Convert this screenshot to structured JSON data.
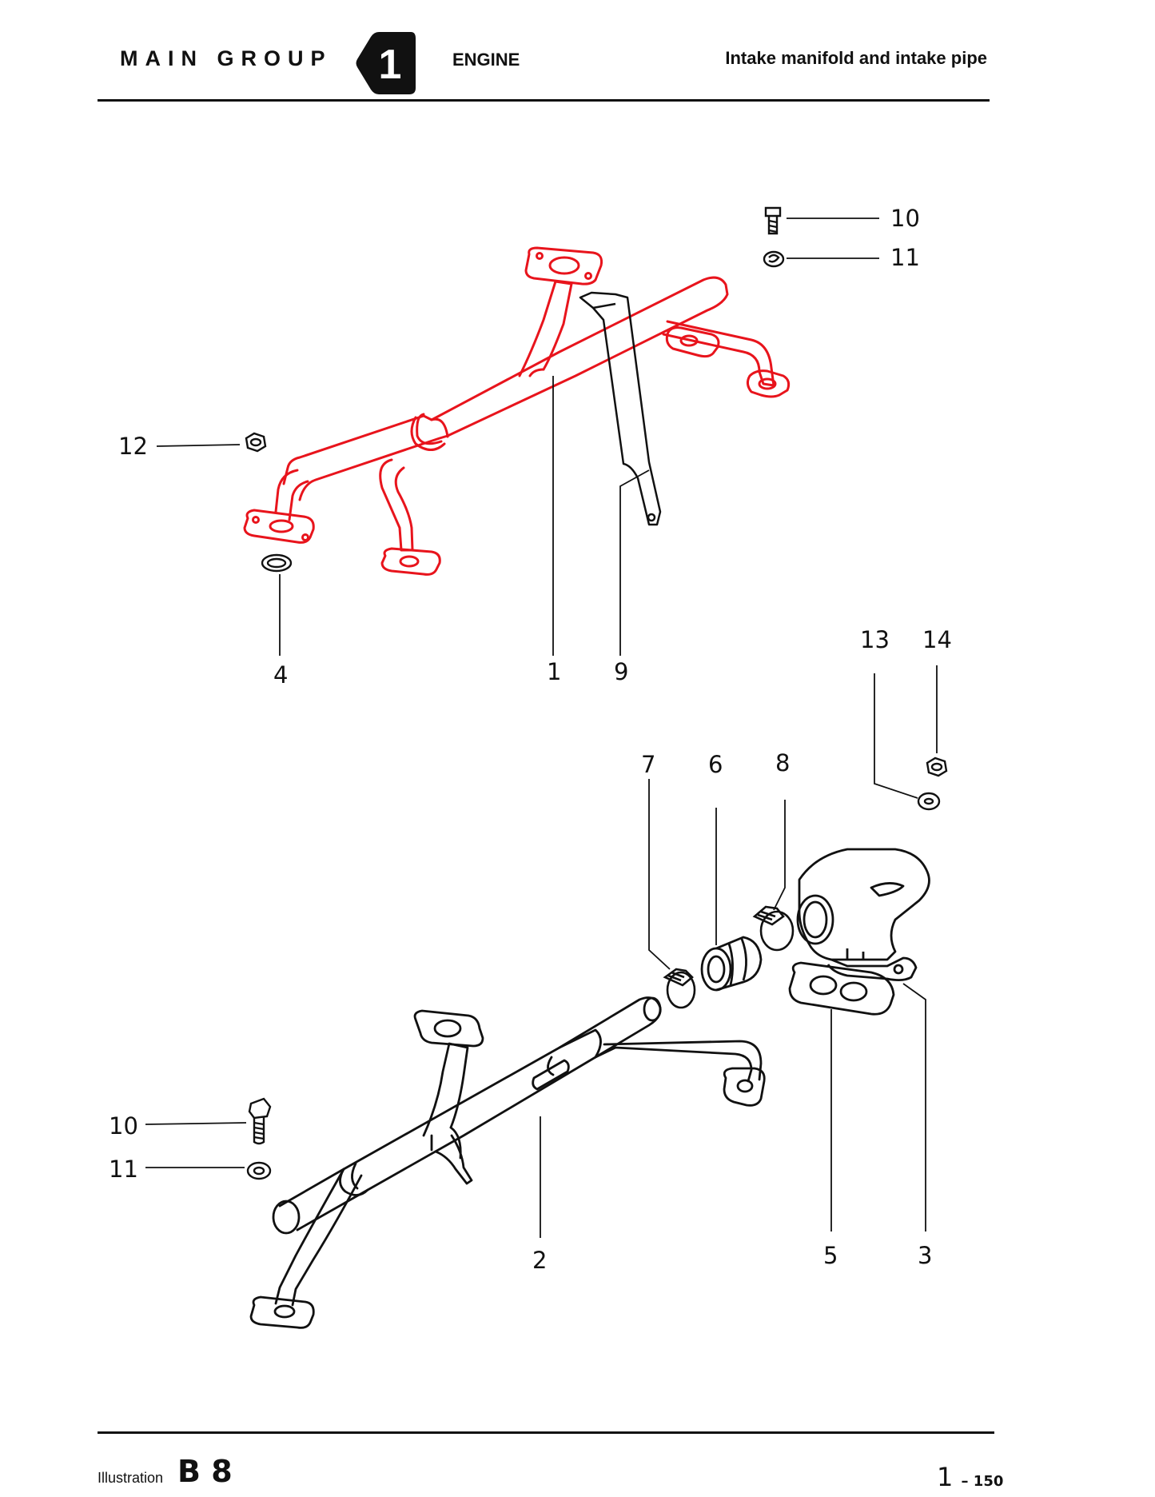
{
  "header": {
    "main_group": "MAIN GROUP",
    "group_number": "1",
    "engine": "ENGINE",
    "title": "Intake manifold and intake pipe"
  },
  "footer": {
    "illustration_label": "Illustration",
    "illustration_code": "B 8",
    "page_main": "1",
    "page_sub": "– 150"
  },
  "colors": {
    "highlight": "#e8141c",
    "line": "#111111"
  },
  "callouts": {
    "c1": "1",
    "c2": "2",
    "c3": "3",
    "c4": "4",
    "c5": "5",
    "c6": "6",
    "c7": "7",
    "c8": "8",
    "c9": "9",
    "c10a": "10",
    "c11a": "11",
    "c10b": "10",
    "c11b": "11",
    "c12": "12",
    "c13": "13",
    "c14": "14"
  }
}
